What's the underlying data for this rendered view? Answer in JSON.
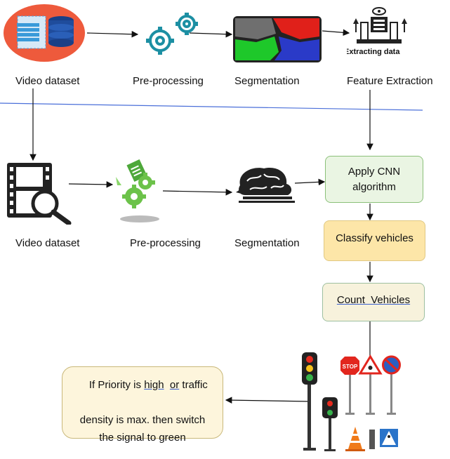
{
  "top_row": {
    "video_dataset": "Video dataset",
    "pre_processing": "Pre-processing",
    "segmentation": "Segmentation",
    "feature_extraction": "Feature Extraction",
    "extracting_data_caption": "Extracting data"
  },
  "bottom_row": {
    "video_dataset": "Video dataset",
    "pre_processing": "Pre-processing",
    "segmentation": "Segmentation"
  },
  "process_boxes": {
    "apply_cnn_line1": "Apply CNN",
    "apply_cnn_line2": "algorithm",
    "classify_vehicles": "Classify vehicles",
    "count_vehicles": "Count  Vehicles"
  },
  "decision_box": {
    "line1_prefix": "If Priority is ",
    "line1_high": "high",
    "line1_or": "or",
    "line1_suffix": " traffic",
    "line2": "density is max. then switch",
    "line3": "the signal to green"
  },
  "signs": {
    "stop_text": "STOP"
  },
  "colors": {
    "cnn_box_fill": "#eaf5e3",
    "cnn_box_border": "#8bc07a",
    "classify_fill": "#fde6a8",
    "count_fill": "#f7f2dc",
    "decision_fill": "#fdf5dc",
    "gear_teal": "#1c8fa3",
    "gear_green": "#6cc24a",
    "divider_blue": "#4a6fd9"
  }
}
